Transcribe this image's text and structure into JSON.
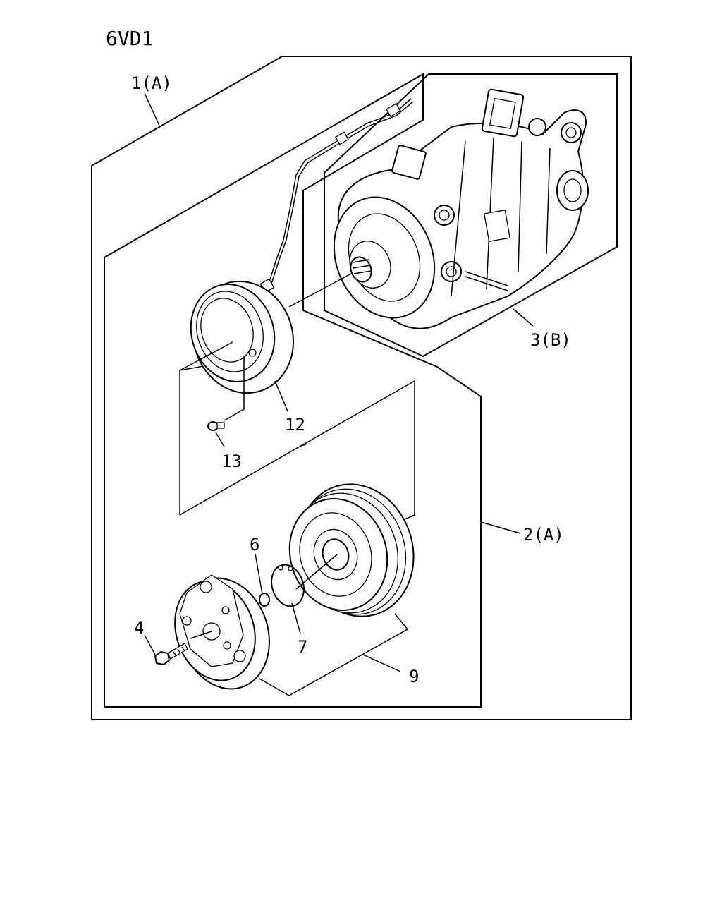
{
  "diagram": {
    "title": "6VD1",
    "callouts": {
      "assembly_1": "1(A)",
      "assembly_2": "2(A)",
      "compressor_3": "3(B)",
      "bolt_4": "4",
      "washer_6": "6",
      "snap_ring_7": "7",
      "pulley_9": "9",
      "coil_12": "12",
      "screw_13": "13"
    }
  }
}
